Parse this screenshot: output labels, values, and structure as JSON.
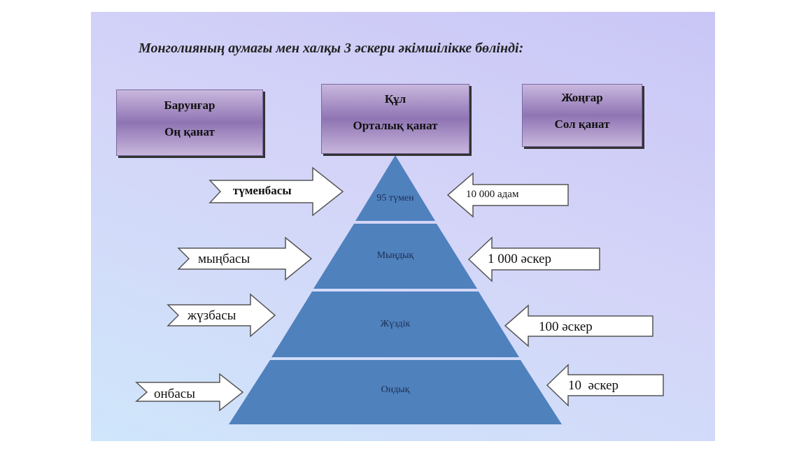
{
  "title": "Монголияның аумағы мен халқы 3 әскери әкімшілікке бөлінді:",
  "wings": [
    {
      "name": "Барунғар",
      "sub": "Оң қанат"
    },
    {
      "name": "Құл",
      "sub": "Орталық қанат"
    },
    {
      "name": "Жоңғар",
      "sub": "Сол қанат"
    }
  ],
  "pyramid_levels": [
    "95 түмен",
    "Мыңдық",
    "Жүздік",
    "Ондық"
  ],
  "commanders": [
    "түменбасы",
    "мыңбасы",
    "жүзбасы",
    "онбасы"
  ],
  "sizes": [
    "10 000 адам",
    "1 000 әскер",
    "100 әскер",
    "10  әскер"
  ],
  "colors": {
    "pyramid": "#4f81bd",
    "box": "#8f74b3"
  }
}
